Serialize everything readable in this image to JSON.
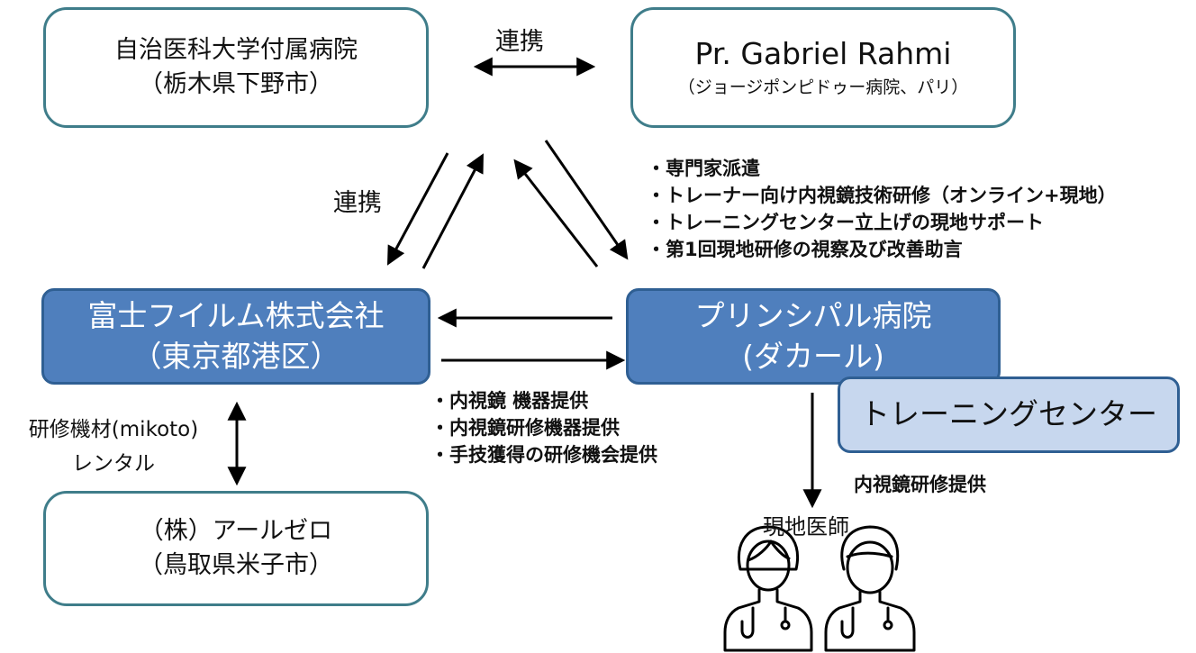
{
  "jichi": {
    "name": "自治医科大学付属病院",
    "location": "（栃木県下野市）"
  },
  "rahmi": {
    "name": "Pr. Gabriel Rahmi",
    "affiliation": "（ジョージポンピドゥー病院、パリ）"
  },
  "fujifilm": {
    "name": "富士フイルム株式会社",
    "location": "（東京都港区）"
  },
  "principal": {
    "name": "プリンシパル病院",
    "location": "(ダカール)"
  },
  "training_center": {
    "name": "トレーニングセンター"
  },
  "rzero": {
    "name": "（株）アールゼロ",
    "location": "（鳥取県米子市）"
  },
  "labels": {
    "renkei_top": "連携",
    "renkei_left": "連携",
    "rental_line1": "研修機材(mikoto)",
    "rental_line2": "レンタル",
    "endoscopy_training": "内視鏡研修提供",
    "local_doctors": "現地医師"
  },
  "rahmi_support": [
    "専門家派遣",
    "トレーナー向け内視鏡技術研修（オンライン+現地）",
    "トレーニングセンター立上げの現地サポート",
    "第1回現地研修の視察及び改善助言"
  ],
  "fujifilm_support": [
    "内視鏡 機器提供",
    "内視鏡研修機器提供",
    "手技獲得の研修機会提供"
  ],
  "icons": [
    "female-doctor-icon",
    "male-doctor-icon"
  ],
  "colors": {
    "outline_border": "#3f7d8a",
    "filled_box": "#4f7fbd",
    "light_box": "#c7d7ee"
  }
}
